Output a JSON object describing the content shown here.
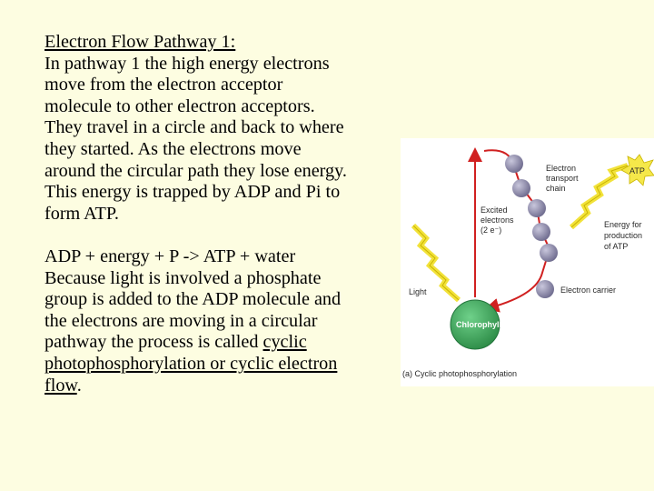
{
  "text": {
    "heading": "Electron Flow Pathway 1:",
    "para1": [
      "In pathway 1 the high energy electrons",
      "move from the electron acceptor",
      "molecule to other electron acceptors.",
      "They travel in a circle and back to where",
      "they started. As the electrons move",
      "around the circular path they lose energy.",
      "This energy is trapped by ADP and Pi to",
      "form ATP."
    ],
    "equation": "ADP + energy + P -> ATP + water",
    "para2": [
      "Because light is involved a phosphate",
      "group is added to the ADP molecule and",
      "the electrons are moving in a circular",
      "pathway the process is called "
    ],
    "para2_link_1": "cyclic",
    "para2_link_2": "photophosphorylation or cyclic electron",
    "para2_link_3": "flow",
    "para2_end": "."
  },
  "diagram": {
    "atp": "ATP",
    "etc_1": "Electron",
    "etc_2": "transport",
    "etc_3": "chain",
    "excited_1": "Excited",
    "excited_2": "electrons",
    "excited_3": "(2 e⁻)",
    "energy_1": "Energy for",
    "energy_2": "production",
    "energy_3": "of ATP",
    "light": "Light",
    "carrier": "Electron carrier",
    "chlorophyll": "Chlorophyll",
    "caption": "(a) Cyclic photophosphorylation"
  },
  "colors": {
    "background": "#fdfde1",
    "chlorophyll": "#3aa655",
    "carrier": "#8d8aa8",
    "arrow": "#d02020",
    "bolt": "#f2e23a"
  }
}
